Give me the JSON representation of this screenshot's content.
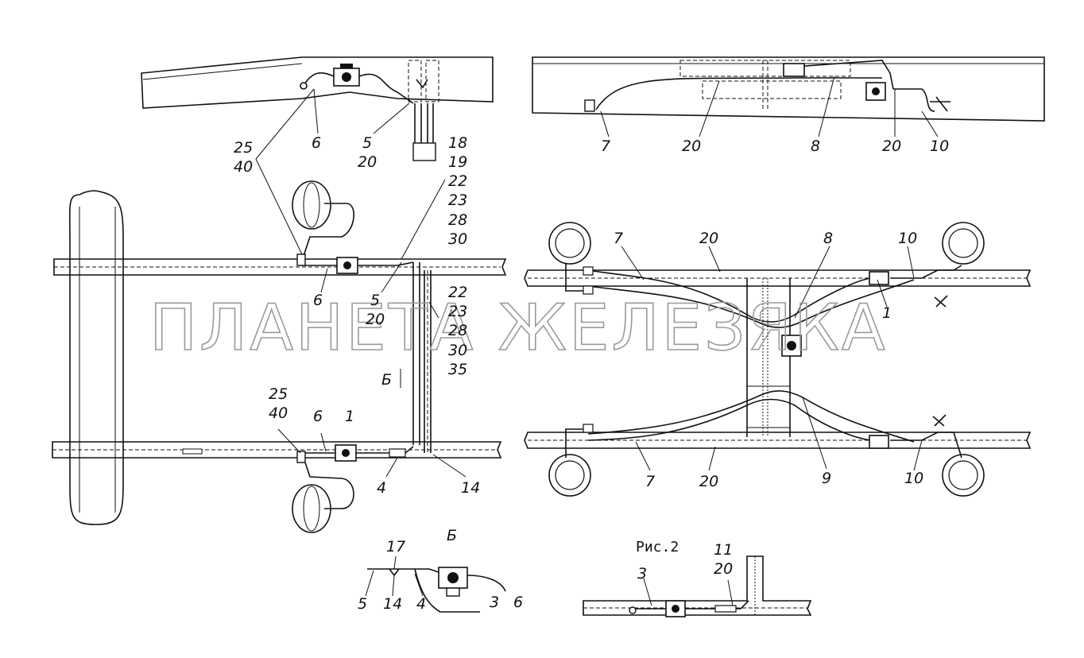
{
  "watermark": "ПЛАНЕТА ЖЕЛЕЗЯКА",
  "view_b_title": "Б",
  "view_b_marker": "Б",
  "fig2_title": "Рис.2",
  "callouts": {
    "top_left_6": "6",
    "top_left_5": "5",
    "top_left_20": "20",
    "top_left_25": "25",
    "top_left_40": "40",
    "stack_18": "18",
    "stack_19": "19",
    "stack_22a": "22",
    "stack_23a": "23",
    "stack_28a": "28",
    "stack_30a": "30",
    "mid_6": "6",
    "mid_5": "5",
    "mid_20": "20",
    "stack_22b": "22",
    "stack_23b": "23",
    "stack_28b": "28",
    "stack_30b": "30",
    "stack_35": "35",
    "low_25": "25",
    "low_40": "40",
    "low_6": "6",
    "low_1": "1",
    "low_4": "4",
    "low_14": "14",
    "tr_7": "7",
    "tr_20a": "20",
    "tr_8": "8",
    "tr_20b": "20",
    "tr_10": "10",
    "pl_7top": "7",
    "pl_20top": "20",
    "pl_8": "8",
    "pl_10top": "10",
    "pl_1": "1",
    "pl_7bot": "7",
    "pl_20bot": "20",
    "pl_9": "9",
    "pl_10bot": "10",
    "b_17": "17",
    "b_5": "5",
    "b_14": "14",
    "b_4": "4",
    "b_3": "3",
    "b_6": "6",
    "f2_11": "11",
    "f2_20": "20",
    "f2_3": "3"
  }
}
